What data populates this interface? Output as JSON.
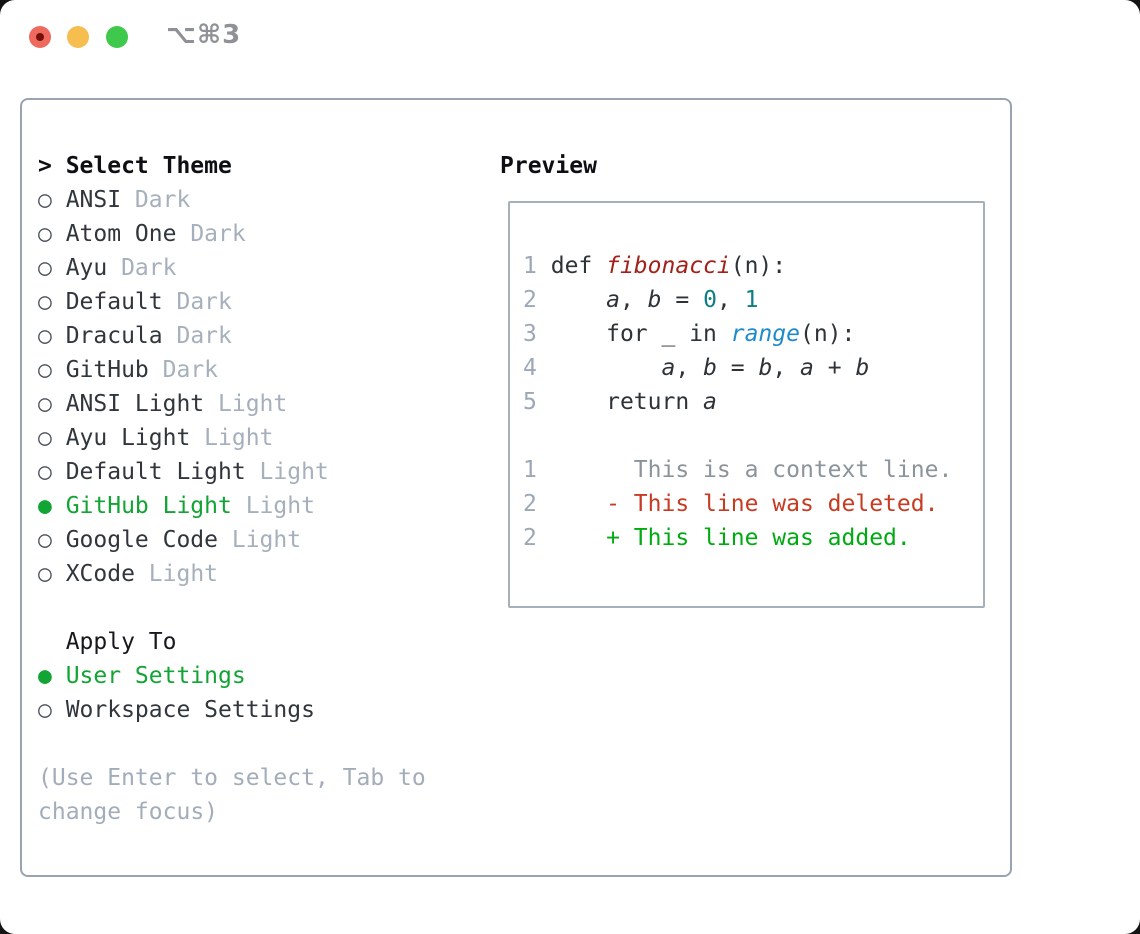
{
  "window": {
    "title": "⌥⌘3"
  },
  "icons": {
    "radio_unselected": "○",
    "radio_selected": "●",
    "header_prefix": ">"
  },
  "theme_list": {
    "header": "Select Theme",
    "items": [
      {
        "label": "ANSI",
        "variant": "Dark",
        "selected": false
      },
      {
        "label": "Atom One",
        "variant": "Dark",
        "selected": false
      },
      {
        "label": "Ayu",
        "variant": "Dark",
        "selected": false
      },
      {
        "label": "Default",
        "variant": "Dark",
        "selected": false
      },
      {
        "label": "Dracula",
        "variant": "Dark",
        "selected": false
      },
      {
        "label": "GitHub",
        "variant": "Dark",
        "selected": false
      },
      {
        "label": "ANSI Light",
        "variant": "Light",
        "selected": false
      },
      {
        "label": "Ayu Light",
        "variant": "Light",
        "selected": false
      },
      {
        "label": "Default Light",
        "variant": "Light",
        "selected": false
      },
      {
        "label": "GitHub Light",
        "variant": "Light",
        "selected": true
      },
      {
        "label": "Google Code",
        "variant": "Light",
        "selected": false
      },
      {
        "label": "XCode",
        "variant": "Light",
        "selected": false
      }
    ]
  },
  "apply_to": {
    "header": "Apply To",
    "options": [
      {
        "label": "User Settings",
        "selected": true
      },
      {
        "label": "Workspace Settings",
        "selected": false
      }
    ]
  },
  "help_text": "(Use Enter to select, Tab to change focus)",
  "preview": {
    "title": "Preview",
    "lines": [
      {
        "num": "1",
        "tokens": [
          [
            "def ",
            "code"
          ],
          [
            "fibonacci",
            "fn"
          ],
          [
            "(n):",
            "code"
          ]
        ]
      },
      {
        "num": "2",
        "tokens": [
          [
            "    ",
            "code"
          ],
          [
            "a",
            "var"
          ],
          [
            ", ",
            "code"
          ],
          [
            "b",
            "var"
          ],
          [
            " = ",
            "code"
          ],
          [
            "0",
            "num"
          ],
          [
            ", ",
            "code"
          ],
          [
            "1",
            "num"
          ]
        ]
      },
      {
        "num": "3",
        "tokens": [
          [
            "    for _ in ",
            "code"
          ],
          [
            "range",
            "builtin"
          ],
          [
            "(n):",
            "code"
          ]
        ]
      },
      {
        "num": "4",
        "tokens": [
          [
            "        ",
            "code"
          ],
          [
            "a",
            "var"
          ],
          [
            ", ",
            "code"
          ],
          [
            "b",
            "var"
          ],
          [
            " = ",
            "code"
          ],
          [
            "b",
            "var"
          ],
          [
            ", ",
            "code"
          ],
          [
            "a",
            "var"
          ],
          [
            " + ",
            "code"
          ],
          [
            "b",
            "var"
          ]
        ]
      },
      {
        "num": "5",
        "tokens": [
          [
            "    return ",
            "code"
          ],
          [
            "a",
            "var"
          ]
        ]
      },
      {
        "num": "",
        "tokens": []
      },
      {
        "num": "1",
        "tokens": [
          [
            "      This is a context line.",
            "context"
          ]
        ]
      },
      {
        "num": "2",
        "tokens": [
          [
            "    ",
            "code"
          ],
          [
            "- This line was deleted.",
            "deleted"
          ]
        ]
      },
      {
        "num": "2",
        "tokens": [
          [
            "    ",
            "code"
          ],
          [
            "+ This line was added.",
            "added"
          ]
        ]
      }
    ]
  },
  "colors": {
    "accent_green": "#12a434",
    "added_green": "#00ab11",
    "deleted_red": "#c63b21",
    "function_red": "#a3211b",
    "number_teal": "#0e7e85",
    "builtin_blue": "#208bcb",
    "muted_gray": "#a6b0bc",
    "panel_border": "#99a4b1",
    "traffic_red": "#ee6a5f",
    "traffic_yellow": "#f6bd4f",
    "traffic_green": "#3ec94c"
  }
}
